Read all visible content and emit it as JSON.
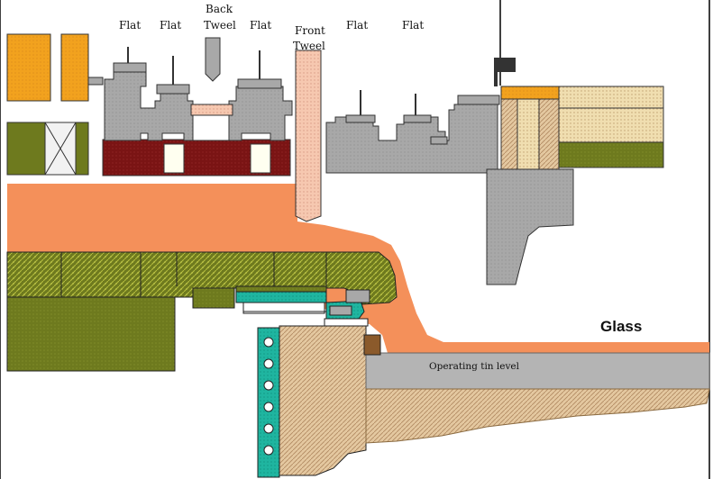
{
  "labels": {
    "flat_1": "Flat",
    "flat_2": "Flat",
    "back_tweel_line1": "Back",
    "back_tweel_line2": "Tweel",
    "flat_3": "Flat",
    "front_tweel_line1": "Front",
    "front_tweel_line2": "Tweel",
    "flat_4": "Flat",
    "flat_5": "Flat",
    "glass": "Glass",
    "tin_level": "Operating tin level"
  },
  "colors": {
    "glass_orange": "#F4905A",
    "refractory_gray": "#A8A8A8",
    "olive_green": "#6E7A1E",
    "dark_red": "#7A1414",
    "orange_block": "#F2A21E",
    "tweel_pink": "#F6C8B0",
    "tan_sand": "#E4C8A0",
    "teal": "#1FB5A0",
    "tin_gray": "#B4B4B4",
    "brown_block": "#8B5A2B"
  }
}
